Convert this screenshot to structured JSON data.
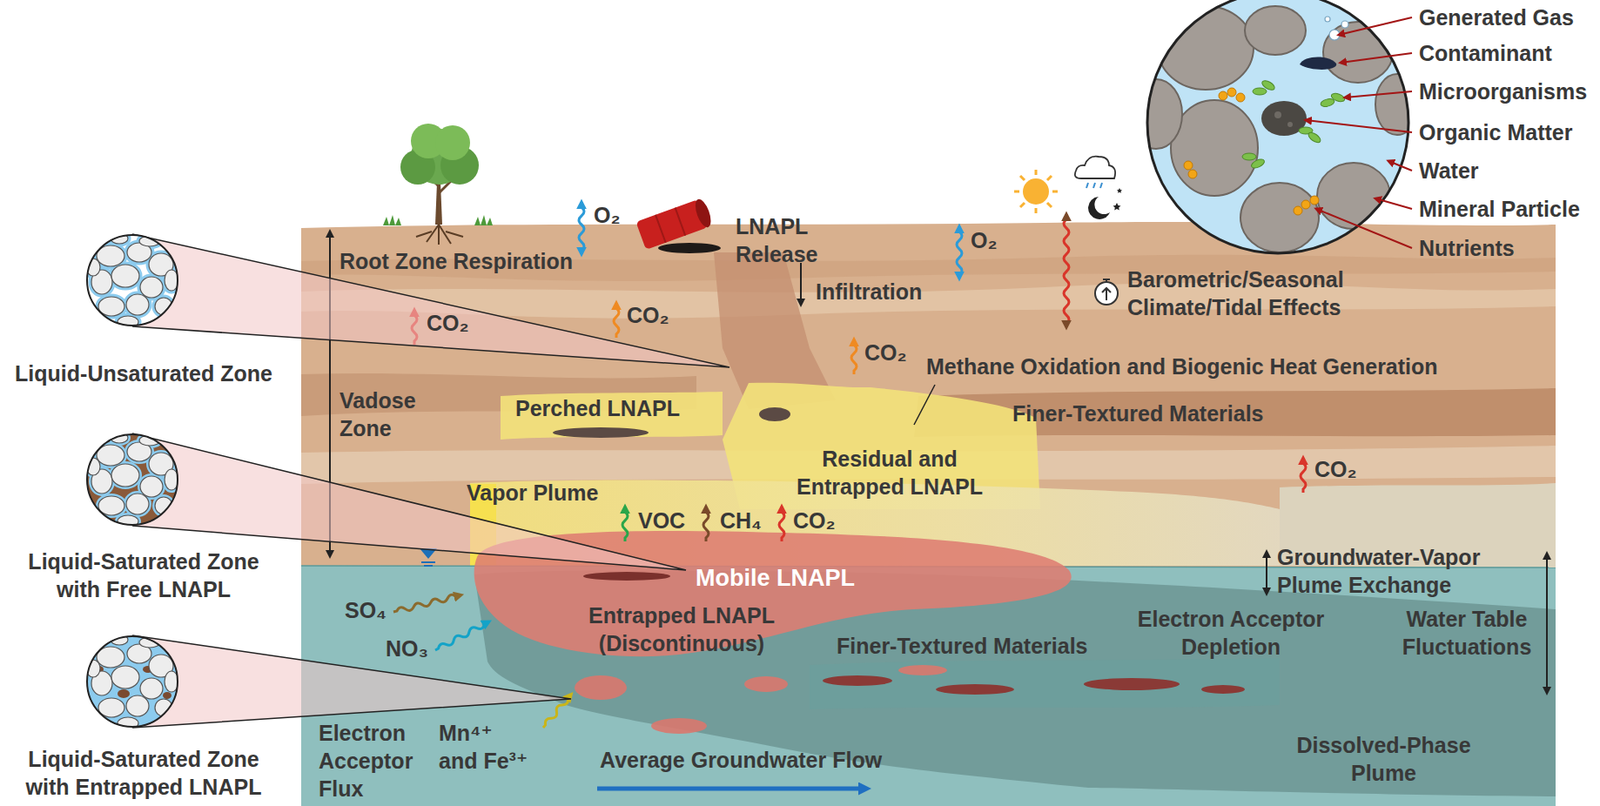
{
  "diagram": {
    "nodes": [
      {
        "text": [
          "Liquid-Unsaturated Zone"
        ]
      },
      {
        "text": [
          "Liquid-Saturated Zone with Free LNAPL"
        ]
      },
      {
        "text": [
          "Liquid-Saturated Zone with Entrapped LNAPL"
        ]
      }
    ],
    "labels": [
      "Generated Gas",
      "Contaminant",
      "Microorganisms",
      "Organic Matter",
      "Water",
      "Mineral Particle",
      "Nutrients",
      "O₂",
      "LNAPL Release",
      "Root Zone Respiration",
      "O₂",
      "Barometric/Seasonal Climate/Tidal Effects",
      "CO₂",
      "CO₂",
      "Infiltration",
      "CO₂",
      "Methane Oxidation and Biogenic Heat Generation",
      "Vadose Zone",
      "Perched LNAPL",
      "Finer-Textured Materials",
      "Residual and Entrapped LNAPL",
      "CO₂",
      "Vapor Plume",
      "VOC",
      "CH₄",
      "CO₂",
      "Mobile LNAPL",
      "Groundwater-Vapor Plume Exchange",
      "SO₄",
      "Entrapped LNAPL (Discontinuous)",
      "Electron Acceptor Depletion",
      "Water Table Fluctuations",
      "NO₃",
      "Finer-Textured Materials",
      "Mn⁴⁺ and Fe³⁺",
      "Electron Acceptor Flux",
      "Average Groundwater Flow",
      "Dissolved-Phase Plume"
    ]
  }
}
